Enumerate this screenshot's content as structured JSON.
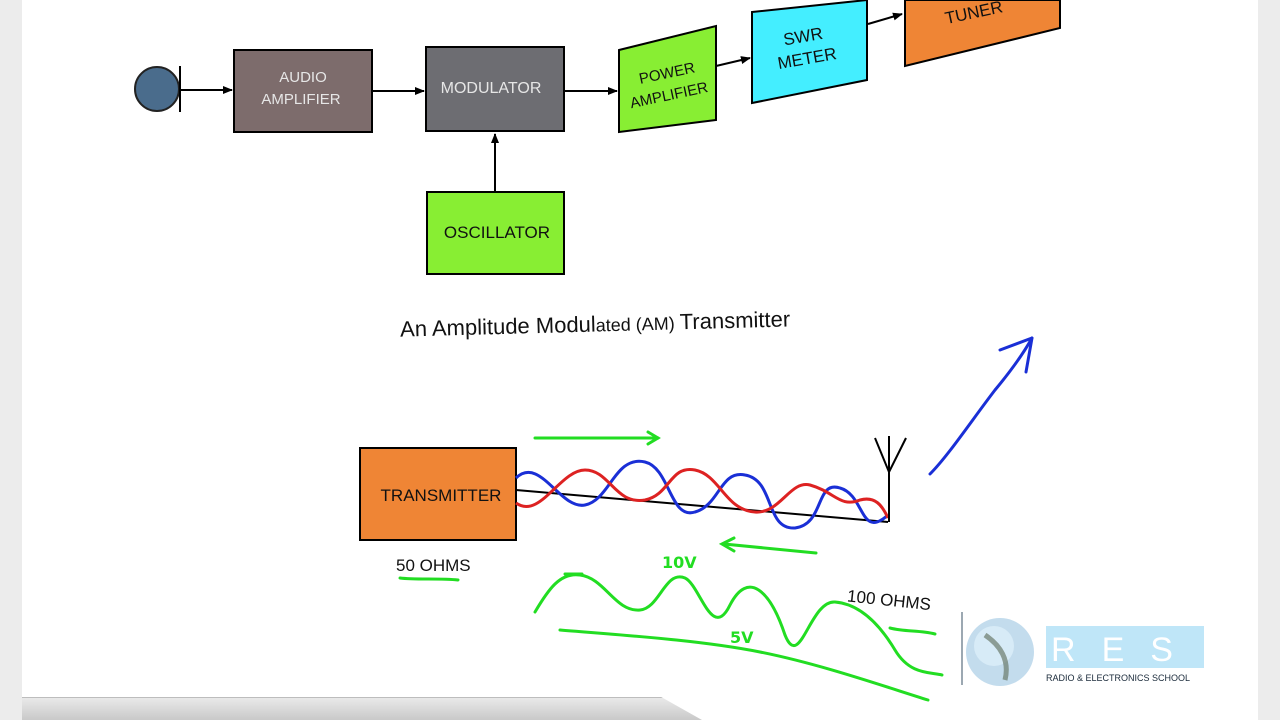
{
  "diagram": {
    "blocks": {
      "audio_amplifier": [
        "AUDIO",
        "AMPLIFIER"
      ],
      "modulator": "MODULATOR",
      "oscillator": "OSCILLATOR",
      "power_amplifier": [
        "POWER",
        "AMPLIFIER"
      ],
      "swr_meter": [
        "SWR",
        "METER"
      ],
      "antenna_tuner": "TUNER",
      "transmitter": "TRANSMITTER"
    },
    "caption": {
      "part1": "An Amplitude Modul",
      "part2": "ated (AM) ",
      "part3": "Transmitter"
    },
    "impedance_left": "50 OHMS",
    "impedance_right": "100 OHMS",
    "annotations": {
      "high_voltage": "10V",
      "low_voltage": "5V"
    }
  },
  "logo": {
    "letters": "RES",
    "subtitle": "RADIO & ELECTRONICS SCHOOL"
  },
  "colors": {
    "audio_amp": "#7d6c6c",
    "modulator": "#6d6d72",
    "green_block": "#88ee33",
    "swr_meter": "#44eeff",
    "orange_block": "#ef8535",
    "pen_green": "#22dd22",
    "pen_blue": "#1a2fd6",
    "pen_red": "#dd2222"
  }
}
